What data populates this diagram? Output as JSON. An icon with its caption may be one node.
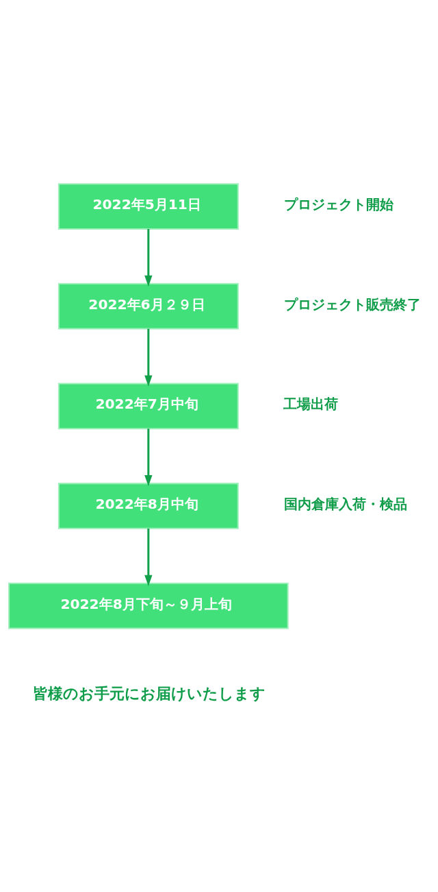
{
  "diagram": {
    "nodes": [
      {
        "text": [
          "2022年5月11日"
        ],
        "beside": [
          "プロジェクト開始"
        ]
      },
      {
        "text": [
          "2022年6月２９日"
        ],
        "beside": [
          "プロジェクト販売終了"
        ]
      },
      {
        "text": [
          "2022年7月中旬"
        ],
        "beside": [
          "工場出荷"
        ]
      },
      {
        "text": [
          "2022年8月中旬"
        ],
        "beside": [
          "国内倉庫入荷・検品"
        ]
      },
      {
        "text": [
          "2022年8月下旬～９月上旬"
        ]
      }
    ],
    "labels": [
      "皆様のお手元にお届けいたします"
    ],
    "edges": [
      {
        "from": 0,
        "to": 1,
        "arrow": "to"
      },
      {
        "from": 1,
        "to": 2,
        "arrow": "to"
      },
      {
        "from": 2,
        "to": 3,
        "arrow": "to"
      },
      {
        "from": 3,
        "to": 4,
        "arrow": "to"
      }
    ]
  }
}
